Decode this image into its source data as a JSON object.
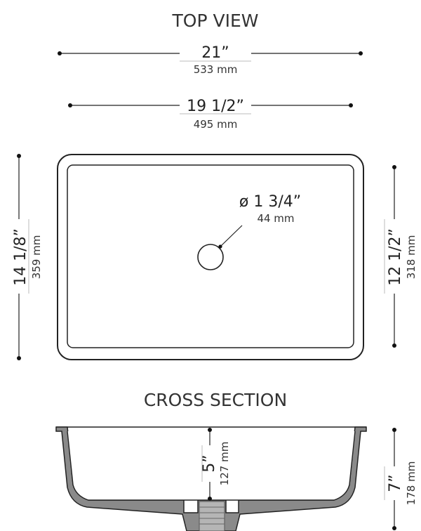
{
  "top_view": {
    "title": "TOP VIEW",
    "overall_width": {
      "imperial": "21”",
      "metric": "533 mm"
    },
    "inner_width": {
      "imperial": "19 1/2”",
      "metric": "495 mm"
    },
    "overall_depth": {
      "imperial": "14 1/8”",
      "metric": "359 mm"
    },
    "inner_depth": {
      "imperial": "12 1/2”",
      "metric": "318 mm"
    },
    "drain_hole": {
      "imperial": "ø 1 3/4”",
      "metric": "44 mm"
    }
  },
  "cross_section": {
    "title": "CROSS SECTION",
    "bowl_depth": {
      "imperial": "5”",
      "metric": "127 mm"
    },
    "overall_height": {
      "imperial": "7”",
      "metric": "178 mm"
    }
  },
  "colors": {
    "line": "#222222",
    "basin_fill": "#8a8a8a",
    "drain_fill": "#b5b5b5"
  }
}
